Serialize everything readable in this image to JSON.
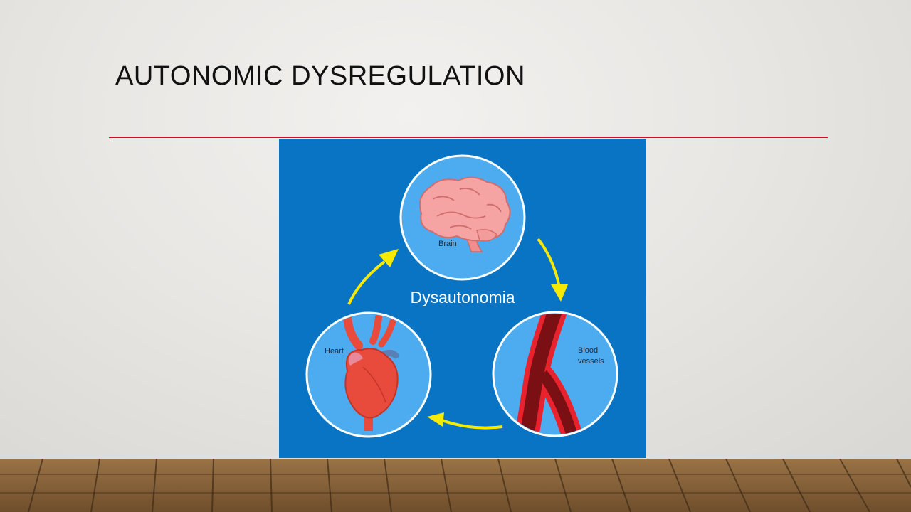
{
  "slide": {
    "title": "AUTONOMIC DYSREGULATION"
  },
  "diagram": {
    "center_label": "Dysautonomia",
    "nodes": {
      "brain": "Brain",
      "heart": "Heart",
      "vessels_line1": "Blood",
      "vessels_line2": "vessels"
    },
    "arrow_direction": "clockwise"
  },
  "colors": {
    "accent_rule": "#c8102e",
    "diagram_bg": "#0a74c4",
    "circle_fill": "#4dabf0",
    "arrow": "#f5ea00",
    "organ": "#e84a3c"
  }
}
